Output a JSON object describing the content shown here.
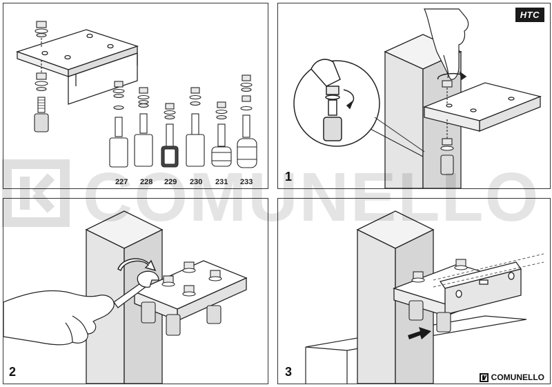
{
  "badge": {
    "text": "HTC"
  },
  "steps": {
    "one": "1",
    "two": "2",
    "three": "3"
  },
  "parts": {
    "labels": [
      "227",
      "228",
      "229",
      "230",
      "231",
      "233"
    ]
  },
  "watermark": {
    "text": "COMUNELLO"
  },
  "brand": {
    "name": "COMUNELLO"
  },
  "icons": {
    "rotate_arrow": "curved-arrow-icon",
    "push_arrow": "right-arrow-icon",
    "wrench": "wrench-icon",
    "hand": "hand-icon"
  }
}
